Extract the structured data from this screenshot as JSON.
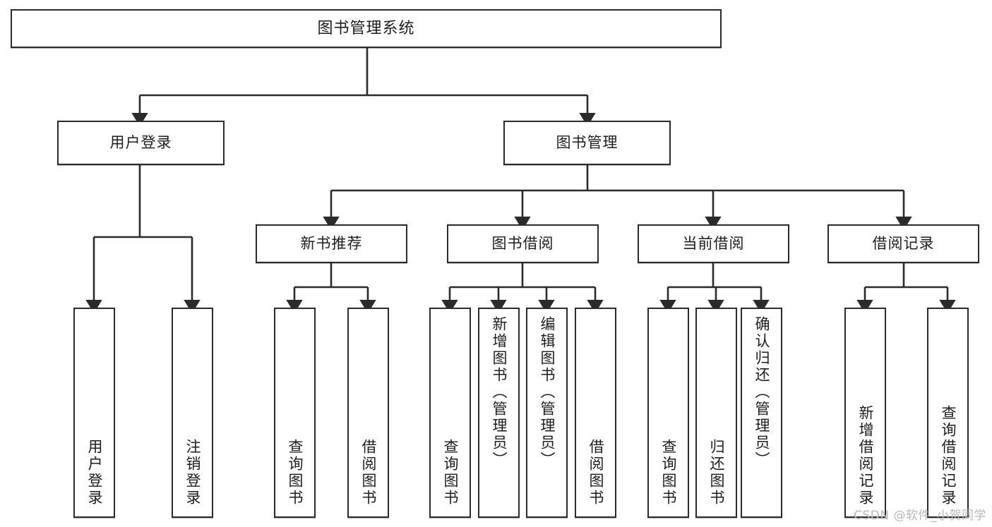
{
  "diagram": {
    "title": "图书管理系统",
    "type": "tree-hierarchy-chart",
    "watermark": "CSDN @软件_小贺同学",
    "colors": {
      "stroke": "#2b2b2b",
      "fill": "#ffffff",
      "text": "#1d1d1d",
      "watermark": "#b9b9b9"
    },
    "nodes": {
      "root": {
        "label": "图书管理系统"
      },
      "level1": [
        {
          "key": "user_login",
          "label": "用户登录"
        },
        {
          "key": "book_manage",
          "label": "图书管理"
        }
      ],
      "level2": [
        {
          "key": "new_book_rec",
          "label": "新书推荐"
        },
        {
          "key": "book_borrow",
          "label": "图书借阅"
        },
        {
          "key": "current_borrow",
          "label": "当前借阅"
        },
        {
          "key": "borrow_record",
          "label": "借阅记录"
        }
      ],
      "leaves": {
        "user_login": [
          {
            "label": "用户登录"
          },
          {
            "label": "注销登录"
          }
        ],
        "new_book_rec": [
          {
            "label": "查询图书"
          },
          {
            "label": "借阅图书"
          }
        ],
        "book_borrow": [
          {
            "label": "查询图书"
          },
          {
            "label": "新增图书（管理员）"
          },
          {
            "label": "编辑图书（管理员）"
          },
          {
            "label": "借阅图书"
          }
        ],
        "current_borrow": [
          {
            "label": "查询图书"
          },
          {
            "label": "归还图书"
          },
          {
            "label": "确认归还（管理员）"
          }
        ],
        "borrow_record": [
          {
            "label": "新增借阅记录"
          },
          {
            "label": "查询借阅记录"
          }
        ]
      }
    }
  }
}
